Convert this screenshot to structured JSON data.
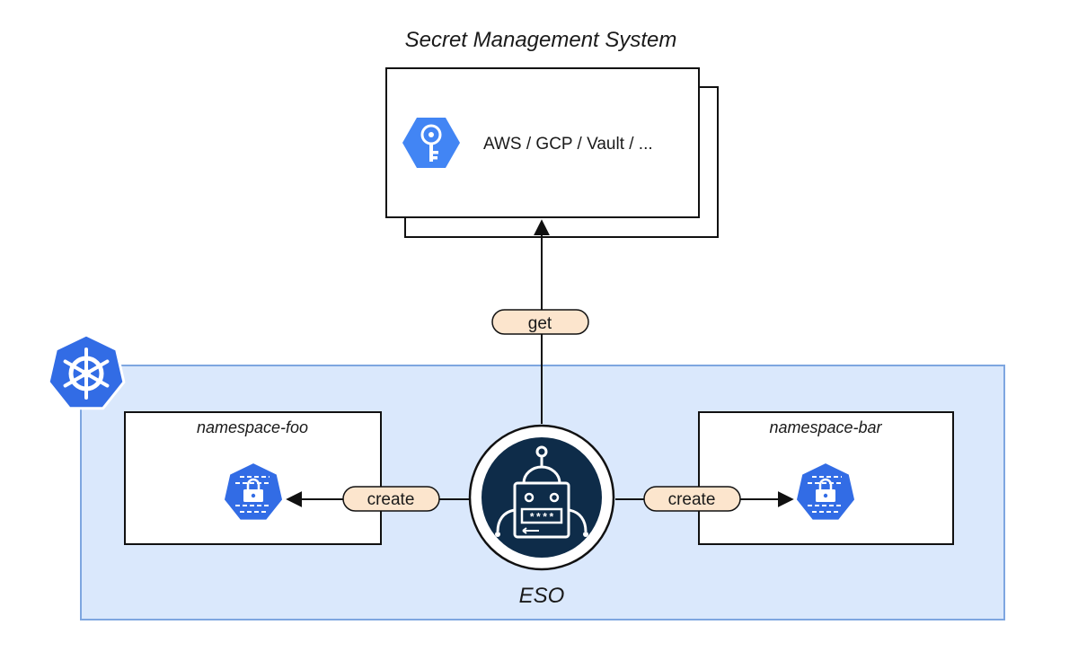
{
  "title": "Secret Management System",
  "provider": {
    "label": "AWS / GCP / Vault / ...",
    "icon": "secret-manager-key-icon"
  },
  "edges": {
    "get_label": "get",
    "create_left_label": "create",
    "create_right_label": "create"
  },
  "namespaces": [
    {
      "label": "namespace-foo",
      "icon": "kubernetes-secret-icon"
    },
    {
      "label": "namespace-bar",
      "icon": "kubernetes-secret-icon"
    }
  ],
  "operator": {
    "label": "ESO",
    "password_mask": "****",
    "icon": "eso-robot-icon"
  },
  "cluster": {
    "icon": "kubernetes-helm-icon"
  },
  "colors": {
    "cluster_fill": "#dae8fc",
    "cluster_stroke": "#7ea6e0",
    "pill_fill": "#fce5cd",
    "icon_blue": "#4285f4",
    "k8s_blue": "#326ce5",
    "eso_navy": "#0e2c49"
  }
}
